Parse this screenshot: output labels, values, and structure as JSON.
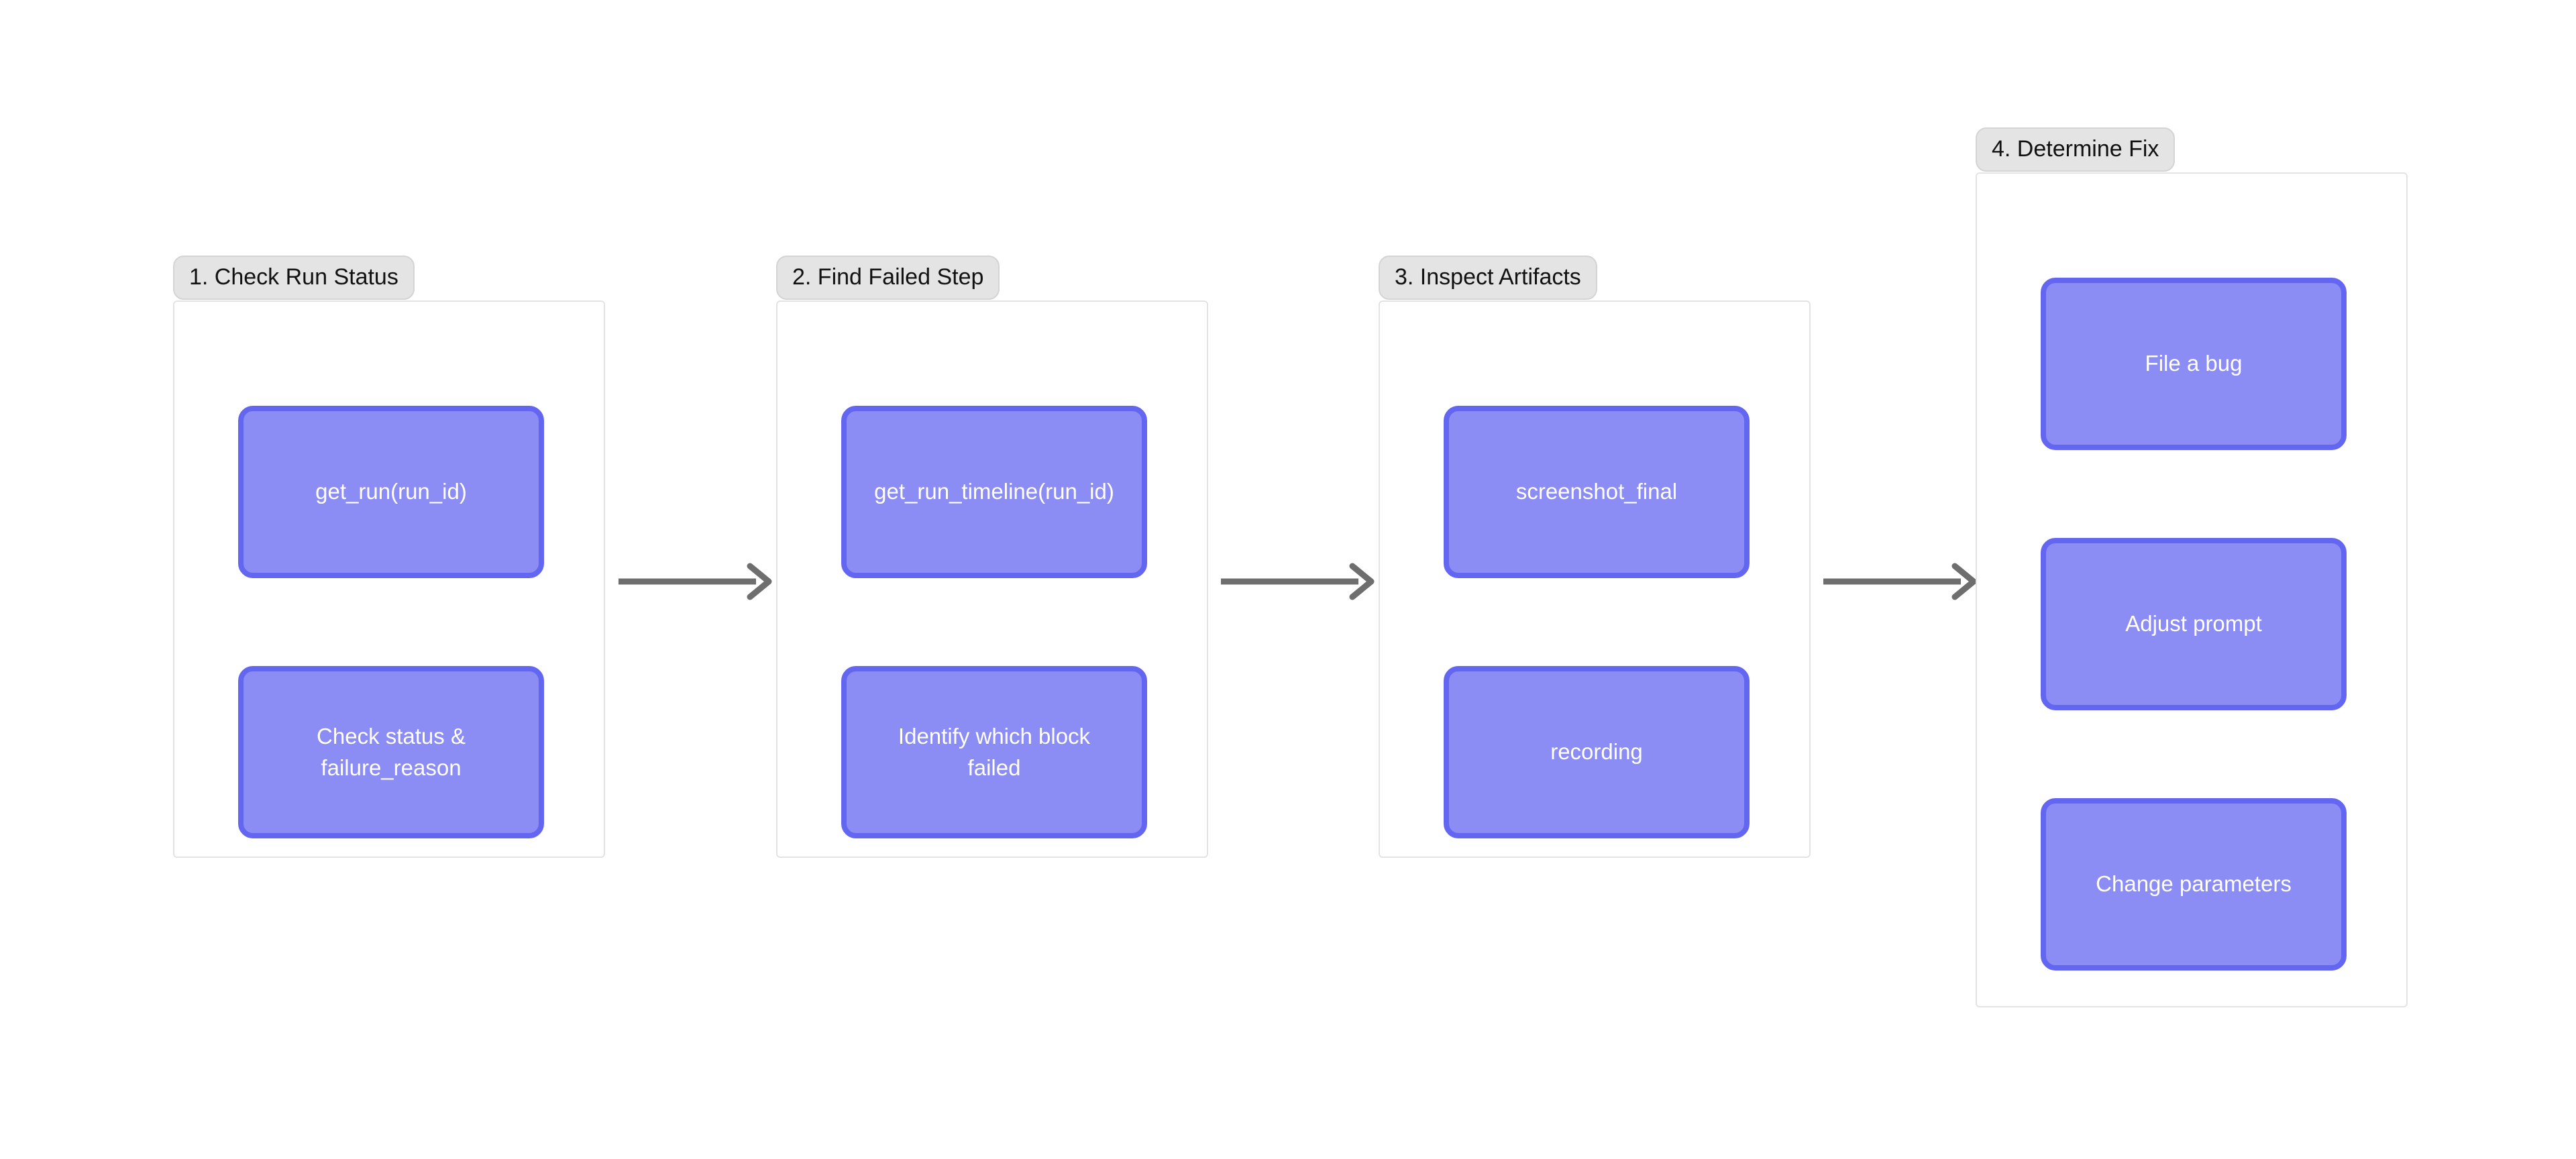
{
  "diagram": {
    "type": "flowchart",
    "orientation": "left-to-right",
    "background_color": "#ffffff",
    "node_fill_color": "#8b8df4",
    "node_border_color": "#6366f1",
    "node_text_color": "#ffffff",
    "group_label_bg_color": "#e4e4e4",
    "group_border_color": "#e3e3e3",
    "arrow_color": "#6e6e6e",
    "groups": [
      {
        "label": "1. Check Run Status",
        "nodes": [
          {
            "label": "get_run(run_id)"
          },
          {
            "label": "Check status &\nfailure_reason"
          }
        ]
      },
      {
        "label": "2. Find Failed Step",
        "nodes": [
          {
            "label": "get_run_timeline(run_id)"
          },
          {
            "label": "Identify which block\nfailed"
          }
        ]
      },
      {
        "label": "3. Inspect Artifacts",
        "nodes": [
          {
            "label": "screenshot_final"
          },
          {
            "label": "recording"
          }
        ]
      },
      {
        "label": "4. Determine Fix",
        "nodes": [
          {
            "label": "File a bug"
          },
          {
            "label": "Adjust prompt"
          },
          {
            "label": "Change parameters"
          }
        ]
      }
    ],
    "connectors": [
      {
        "from": "1. Check Run Status",
        "to": "2. Find Failed Step",
        "style": "arrow"
      },
      {
        "from": "2. Find Failed Step",
        "to": "3. Inspect Artifacts",
        "style": "arrow"
      },
      {
        "from": "3. Inspect Artifacts",
        "to": "4. Determine Fix",
        "style": "arrow"
      }
    ]
  }
}
